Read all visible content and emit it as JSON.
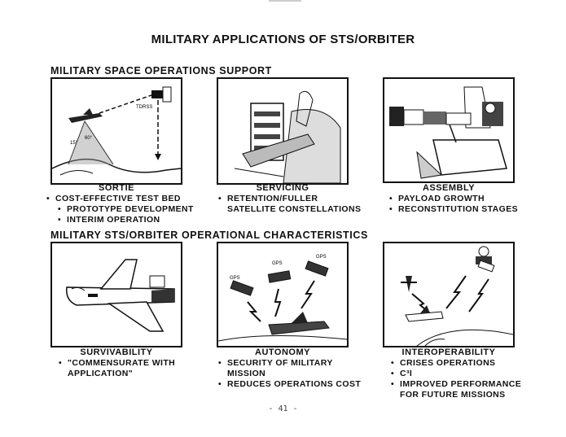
{
  "title": "MILITARY APPLICATIONS OF STS/ORBITER",
  "section1": {
    "heading": "MILITARY SPACE OPERATIONS SUPPORT",
    "panels": [
      {
        "caption": "SORTIE",
        "labels": {
          "tdrss": "TDRSS",
          "angle1": "15°",
          "angle2": "60°"
        },
        "bullets": [
          "COST-EFFECTIVE TEST BED",
          "PROTOTYPE DEVELOPMENT",
          "INTERIM OPERATION"
        ]
      },
      {
        "caption": "SERVICING",
        "bullets": [
          "RETENTION/FULLER",
          "SATELLITE CONSTELLATIONS"
        ]
      },
      {
        "caption": "ASSEMBLY",
        "bullets": [
          "PAYLOAD GROWTH",
          "RECONSTITUTION STAGES"
        ]
      }
    ]
  },
  "section2": {
    "heading": "MILITARY STS/ORBITER OPERATIONAL CHARACTERISTICS",
    "panels": [
      {
        "caption": "SURVIVABILITY",
        "bullets": [
          "\"COMMENSURATE WITH",
          "APPLICATION\""
        ]
      },
      {
        "caption": "AUTONOMY",
        "labels": {
          "gps1": "GPS",
          "gps2": "GPS",
          "gps3": "GPS"
        },
        "bullets": [
          "SECURITY OF MILITARY",
          "MISSION",
          "REDUCES OPERATIONS COST"
        ]
      },
      {
        "caption": "INTEROPERABILITY",
        "bullets": [
          "CRISES OPERATIONS",
          "C³I",
          "IMPROVED PERFORMANCE",
          "FOR FUTURE MISSIONS"
        ]
      }
    ]
  },
  "bullet_glyph": "•",
  "page_number": "- 41 -"
}
